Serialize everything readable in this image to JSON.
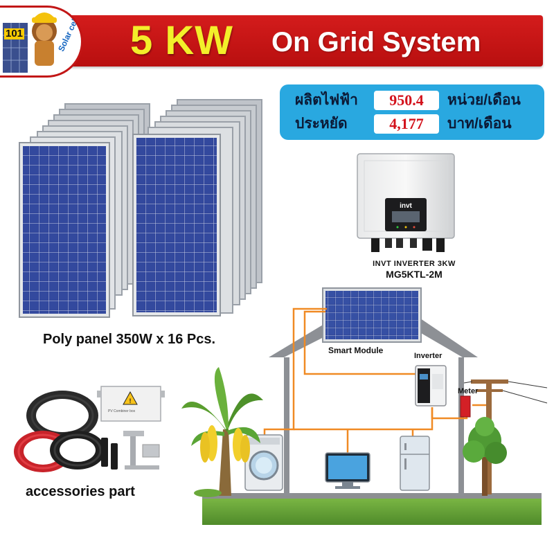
{
  "banner": {
    "power_label": "5 KW",
    "system_label": "On Grid  System"
  },
  "logo": {
    "number": "101",
    "brand": "Solar cells"
  },
  "info_box": {
    "production_label": "ผลิตไฟฟ้า",
    "production_value": "950.4",
    "production_unit": "หน่วย/เดือน",
    "savings_label": "ประหยัด",
    "savings_value": "4,177",
    "savings_unit": "บาท/เดือน"
  },
  "panels": {
    "caption": "Poly panel 350W x 16 Pcs.",
    "count": 16
  },
  "inverter_product": {
    "brand": "invt",
    "caption_line1": "INVT INVERTER 3KW",
    "caption_line2": "MG5KTL-2M"
  },
  "diagram": {
    "smart_module_label": "Smart Module",
    "inverter_label": "Inverter",
    "meter_label": "Meter"
  },
  "accessories": {
    "caption": "accessories part",
    "combiner_box_label": "PV Combiner box"
  },
  "colors": {
    "banner_red": "#c8161c",
    "title_yellow": "#f3ef2a",
    "info_blue": "#29a8e0",
    "value_red": "#d3121c",
    "wire_orange": "#f08a24",
    "panel_blue": "#2a3f8f",
    "grass_green": "#6aa83a"
  }
}
